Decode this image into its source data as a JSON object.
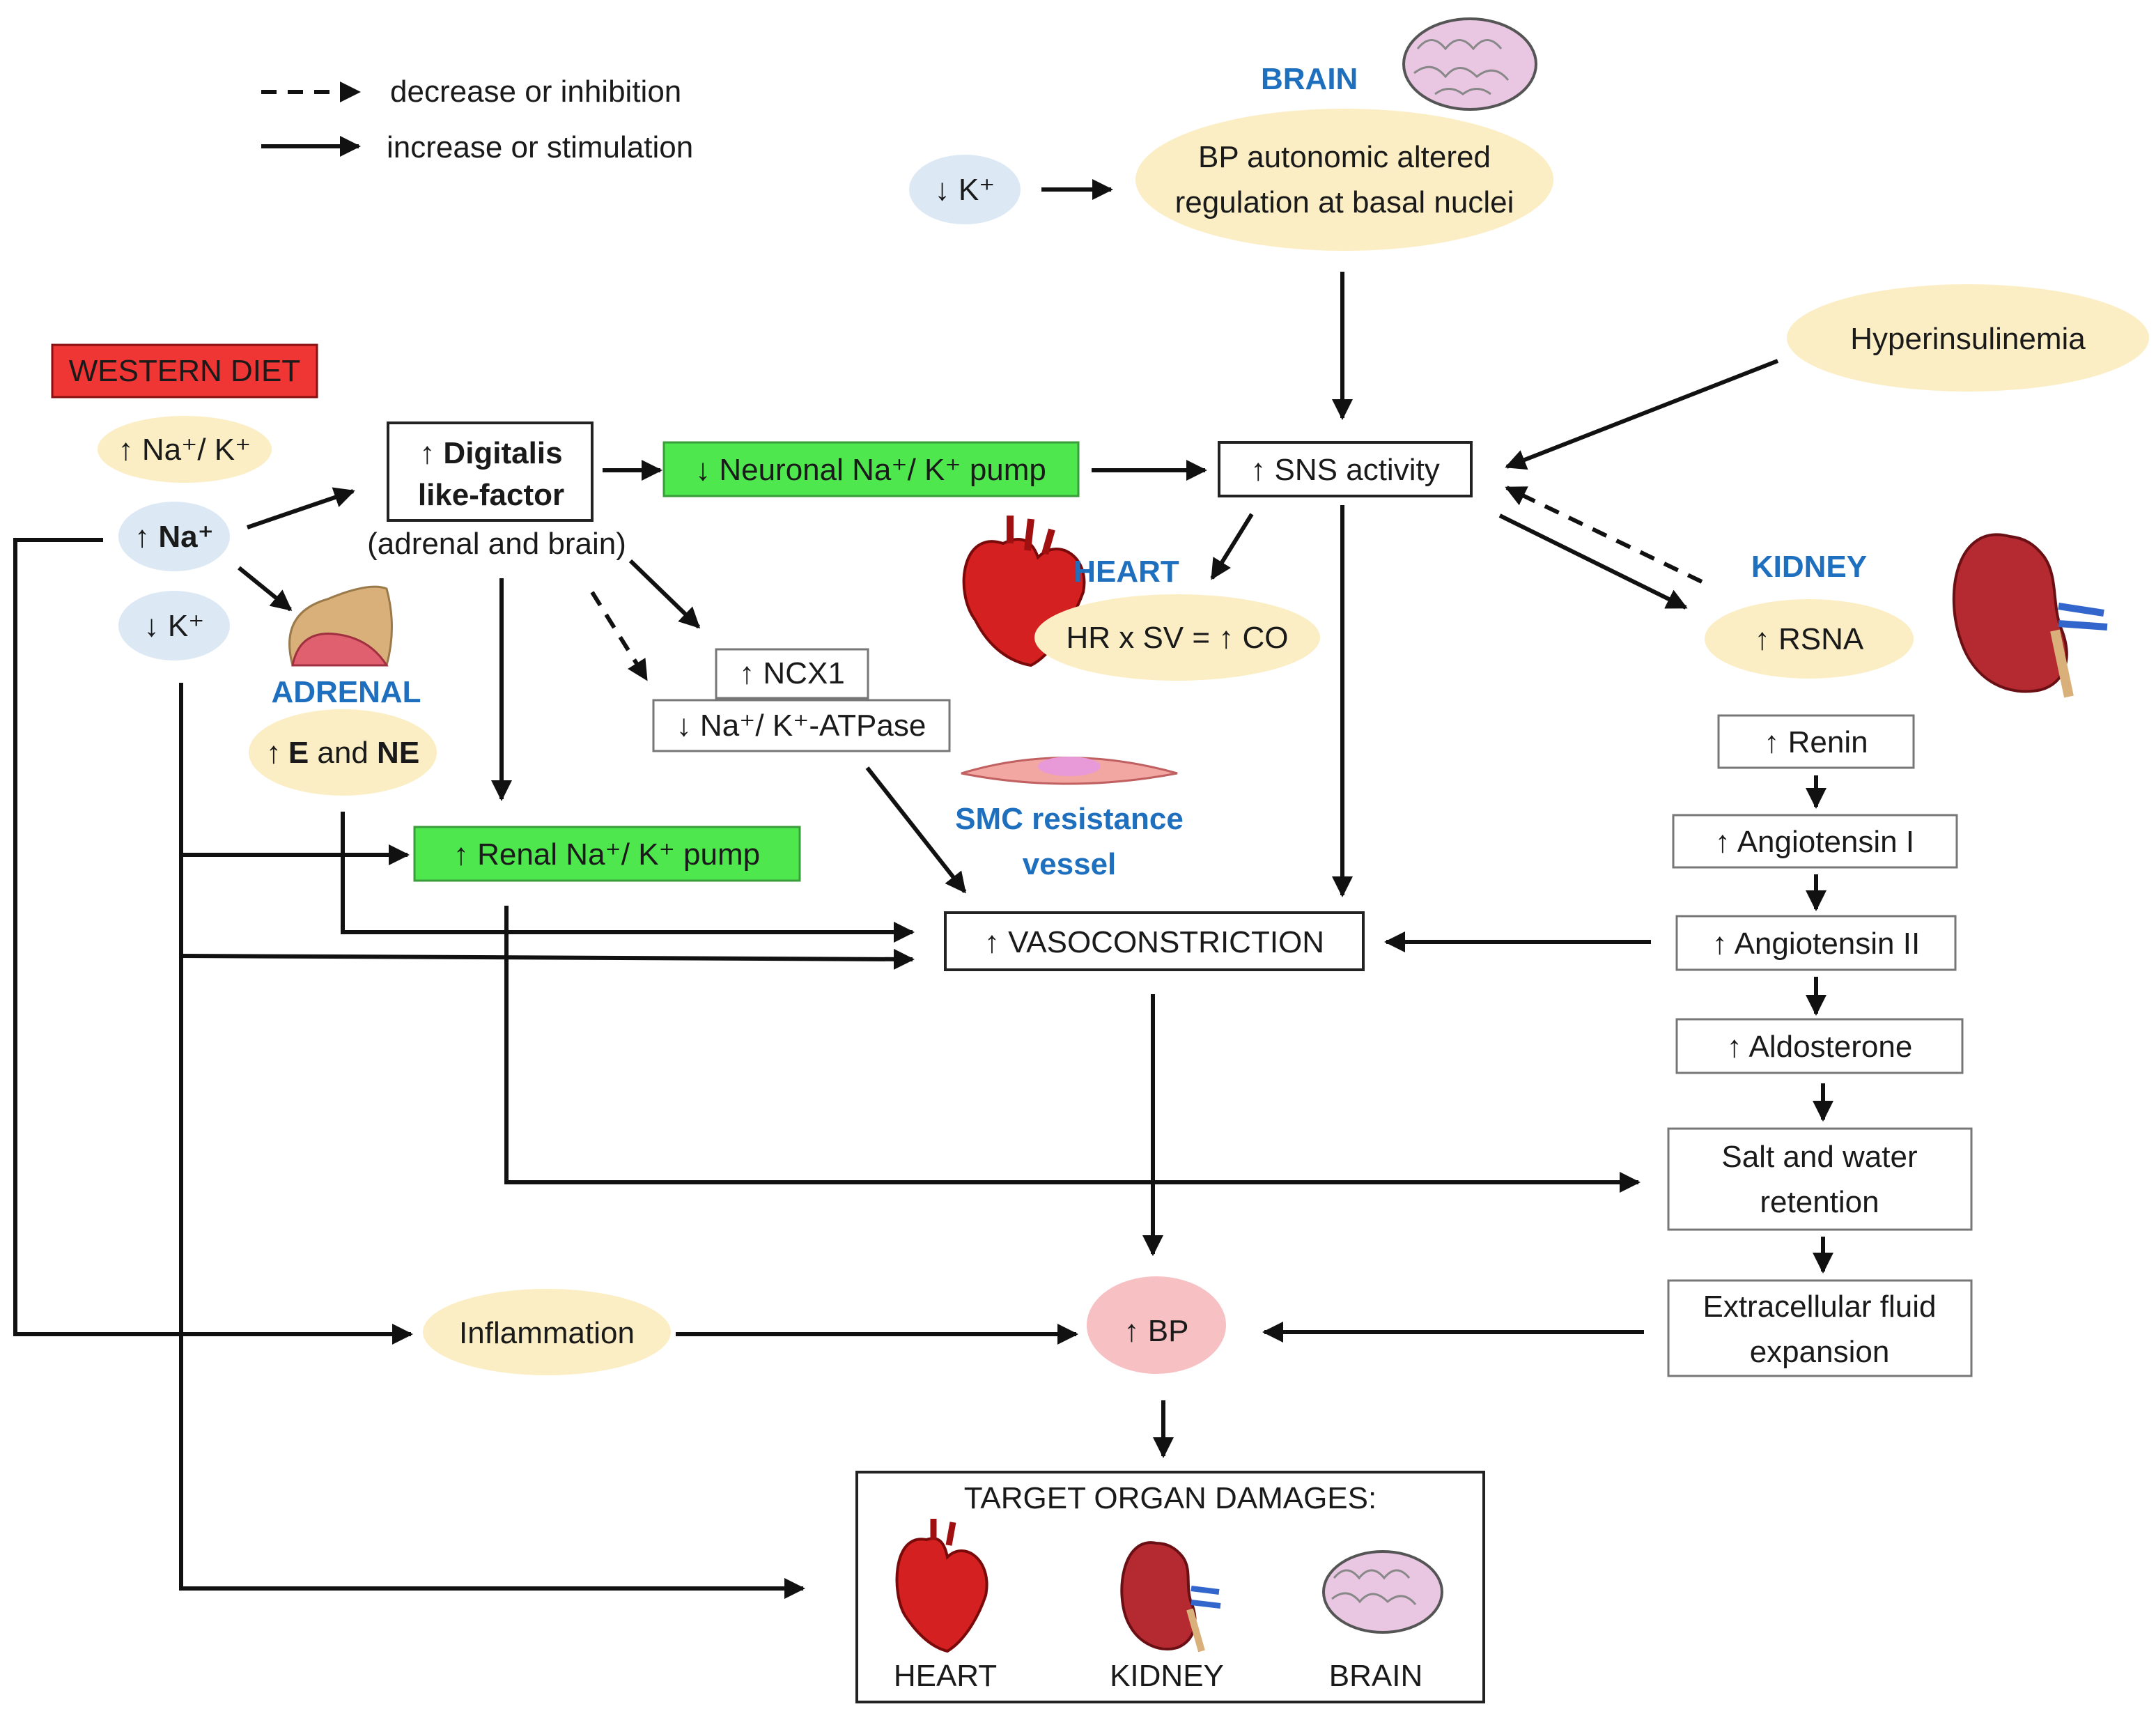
{
  "legend": {
    "dashed": "decrease or inhibition",
    "solid": "increase or stimulation"
  },
  "labels": {
    "brain_top": "BRAIN",
    "heart": "HEART",
    "kidney": "KIDNEY",
    "adrenal": "ADRENAL",
    "smc_line1": "SMC resistance",
    "smc_line2": "vessel"
  },
  "nodes": {
    "western_diet": "WESTERN DIET",
    "na_k_ratio": "↑ Na⁺/ K⁺",
    "na_up": "↑ Na⁺",
    "k_down_left": "↓ K⁺",
    "k_down_top": "↓ K⁺",
    "bp_regulation_line1": "BP autonomic altered",
    "bp_regulation_line2": "regulation at basal nuclei",
    "hyperinsulinemia": "Hyperinsulinemia",
    "digitalis_arrow": "↑",
    "digitalis_line1": "Digitalis",
    "digitalis_line2": "like-factor",
    "digitalis_sub": "(adrenal and brain)",
    "neuronal_pump": "↓ Neuronal Na⁺/ K⁺ pump",
    "sns": "↑ SNS activity",
    "heart_formula": "HR x SV = ↑ CO",
    "rsna": "↑ RSNA",
    "e_ne_arrow": "↑",
    "e_ne_e": "E",
    "e_ne_and": " and ",
    "e_ne_ne": "NE",
    "ncx1": "↑ NCX1",
    "atpase": "↓ Na⁺/ K⁺-ATPase",
    "renal_pump": "↑ Renal Na⁺/ K⁺ pump",
    "vasoconstriction": "↑ VASOCONSTRICTION",
    "renin": "↑ Renin",
    "angiotensin1": "↑ Angiotensin I",
    "angiotensin2": "↑ Angiotensin II",
    "aldosterone": "↑ Aldosterone",
    "salt_water_line1": "Salt and water",
    "salt_water_line2": "retention",
    "ecf_line1": "Extracellular fluid",
    "ecf_line2": "expansion",
    "inflammation": "Inflammation",
    "bp": "↑ BP"
  },
  "target_organs": {
    "title": "TARGET ORGAN DAMAGES:",
    "heart": "HEART",
    "kidney": "KIDNEY",
    "brain": "BRAIN"
  },
  "colors": {
    "organ_label": "#1f6fbf",
    "green_box": "#4ee84e",
    "red_box": "#f03535",
    "beige_ellipse": "#fbeec4",
    "blue_ellipse": "#dce9f5",
    "bp_ellipse": "#f7c0c2"
  },
  "icons": [
    "brain-icon",
    "heart-icon",
    "kidney-icon",
    "adrenal-gland-icon",
    "smc-vessel-icon"
  ]
}
